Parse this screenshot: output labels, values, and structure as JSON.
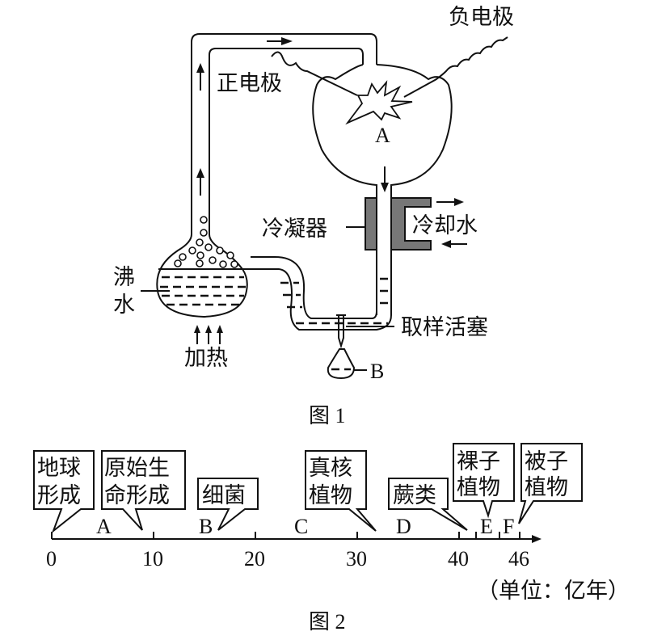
{
  "figure1": {
    "caption": "图 1",
    "labels": {
      "negative_electrode": "负电极",
      "positive_electrode": "正电极",
      "chamber": "A",
      "condenser": "冷凝器",
      "cooling_water": "冷却水",
      "boiling_water_line1": "沸",
      "boiling_water_line2": "水",
      "heating": "加热",
      "sampling_valve": "取样活塞",
      "sample_flask": "B"
    }
  },
  "figure2": {
    "caption": "图 2",
    "unit": "（单位：亿年）",
    "axis_ticks": [
      "0",
      "10",
      "20",
      "30",
      "40",
      "46"
    ],
    "segment_labels": [
      "A",
      "B",
      "C",
      "D",
      "E",
      "F"
    ],
    "callouts": [
      {
        "line1": "地球",
        "line2": "形成"
      },
      {
        "line1": "原始生",
        "line2": "命形成"
      },
      {
        "line1": "细菌",
        "line2": ""
      },
      {
        "line1": "真核",
        "line2": "植物"
      },
      {
        "line1": "蕨类",
        "line2": ""
      },
      {
        "line1": "裸子",
        "line2": "植物"
      },
      {
        "line1": "被子",
        "line2": "植物"
      }
    ]
  }
}
